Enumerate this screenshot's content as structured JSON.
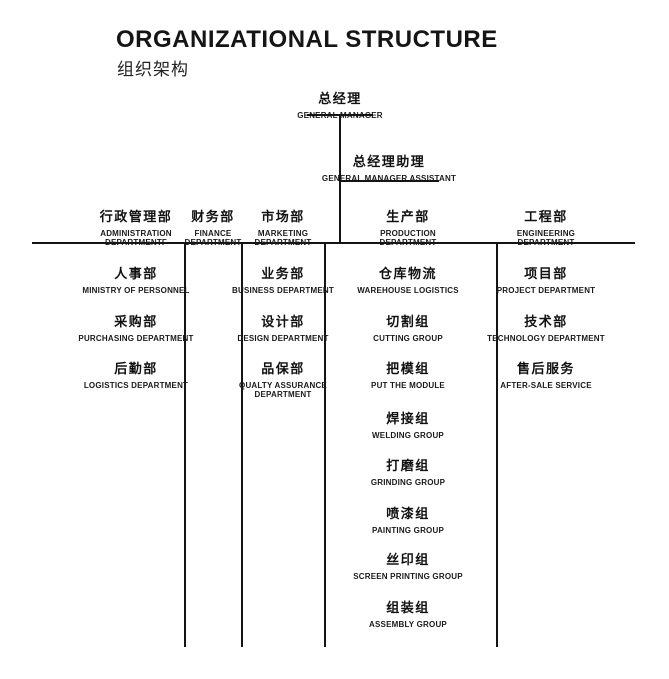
{
  "title": "ORGANIZATIONAL STRUCTURE",
  "subtitle": "组织架构",
  "colors": {
    "ink": "#141414",
    "background": "#ffffff"
  },
  "org_chart": {
    "root": {
      "zh": "总经理",
      "en": "GENERAL MANAGER"
    },
    "assistant": {
      "zh": "总经理助理",
      "en": "GENERAL MANAGER ASSISTANT"
    },
    "departments": [
      {
        "zh": "行政管理部",
        "en": "ADMINISTRATION DEPARTMENTF",
        "children": [
          {
            "zh": "人事部",
            "en": "MINISTRY OF PERSONNEL"
          },
          {
            "zh": "采购部",
            "en": "PURCHASING DEPARTMENT"
          },
          {
            "zh": "后勤部",
            "en": "LOGISTICS DEPARTMENT"
          }
        ]
      },
      {
        "zh": "财务部",
        "en": "FINANCE DEPARTMENT",
        "children": []
      },
      {
        "zh": "市场部",
        "en": "MARKETING DEPARTMENT",
        "children": [
          {
            "zh": "业务部",
            "en": "BUSINESS DEPARTMENT"
          },
          {
            "zh": "设计部",
            "en": "DESIGN DEPARTMENT"
          },
          {
            "zh": "品保部",
            "en": "QUALTY ASSURANCE DEPARTMENT"
          }
        ]
      },
      {
        "zh": "生产部",
        "en": "PRODUCTION DEPARTMENT",
        "children": [
          {
            "zh": "仓库物流",
            "en": "WAREHOUSE LOGISTICS"
          },
          {
            "zh": "切割组",
            "en": "CUTTING GROUP"
          },
          {
            "zh": "把模组",
            "en": "PUT THE MODULE"
          },
          {
            "zh": "焊接组",
            "en": "WELDING GROUP"
          },
          {
            "zh": "打磨组",
            "en": "GRINDING GROUP"
          },
          {
            "zh": "喷漆组",
            "en": "PAINTING GROUP"
          },
          {
            "zh": "丝印组",
            "en": "SCREEN PRINTING GROUP"
          },
          {
            "zh": "组装组",
            "en": "ASSEMBLY GROUP"
          }
        ]
      },
      {
        "zh": "工程部",
        "en": "ENGINEERING DEPARTMENT",
        "children": [
          {
            "zh": "项目部",
            "en": "PROJECT DEPARTMENT"
          },
          {
            "zh": "技术部",
            "en": "TECHNOLOGY DEPARTMENT"
          },
          {
            "zh": "售后服务",
            "en": "AFTER-SALE SERVICE"
          }
        ]
      }
    ]
  }
}
